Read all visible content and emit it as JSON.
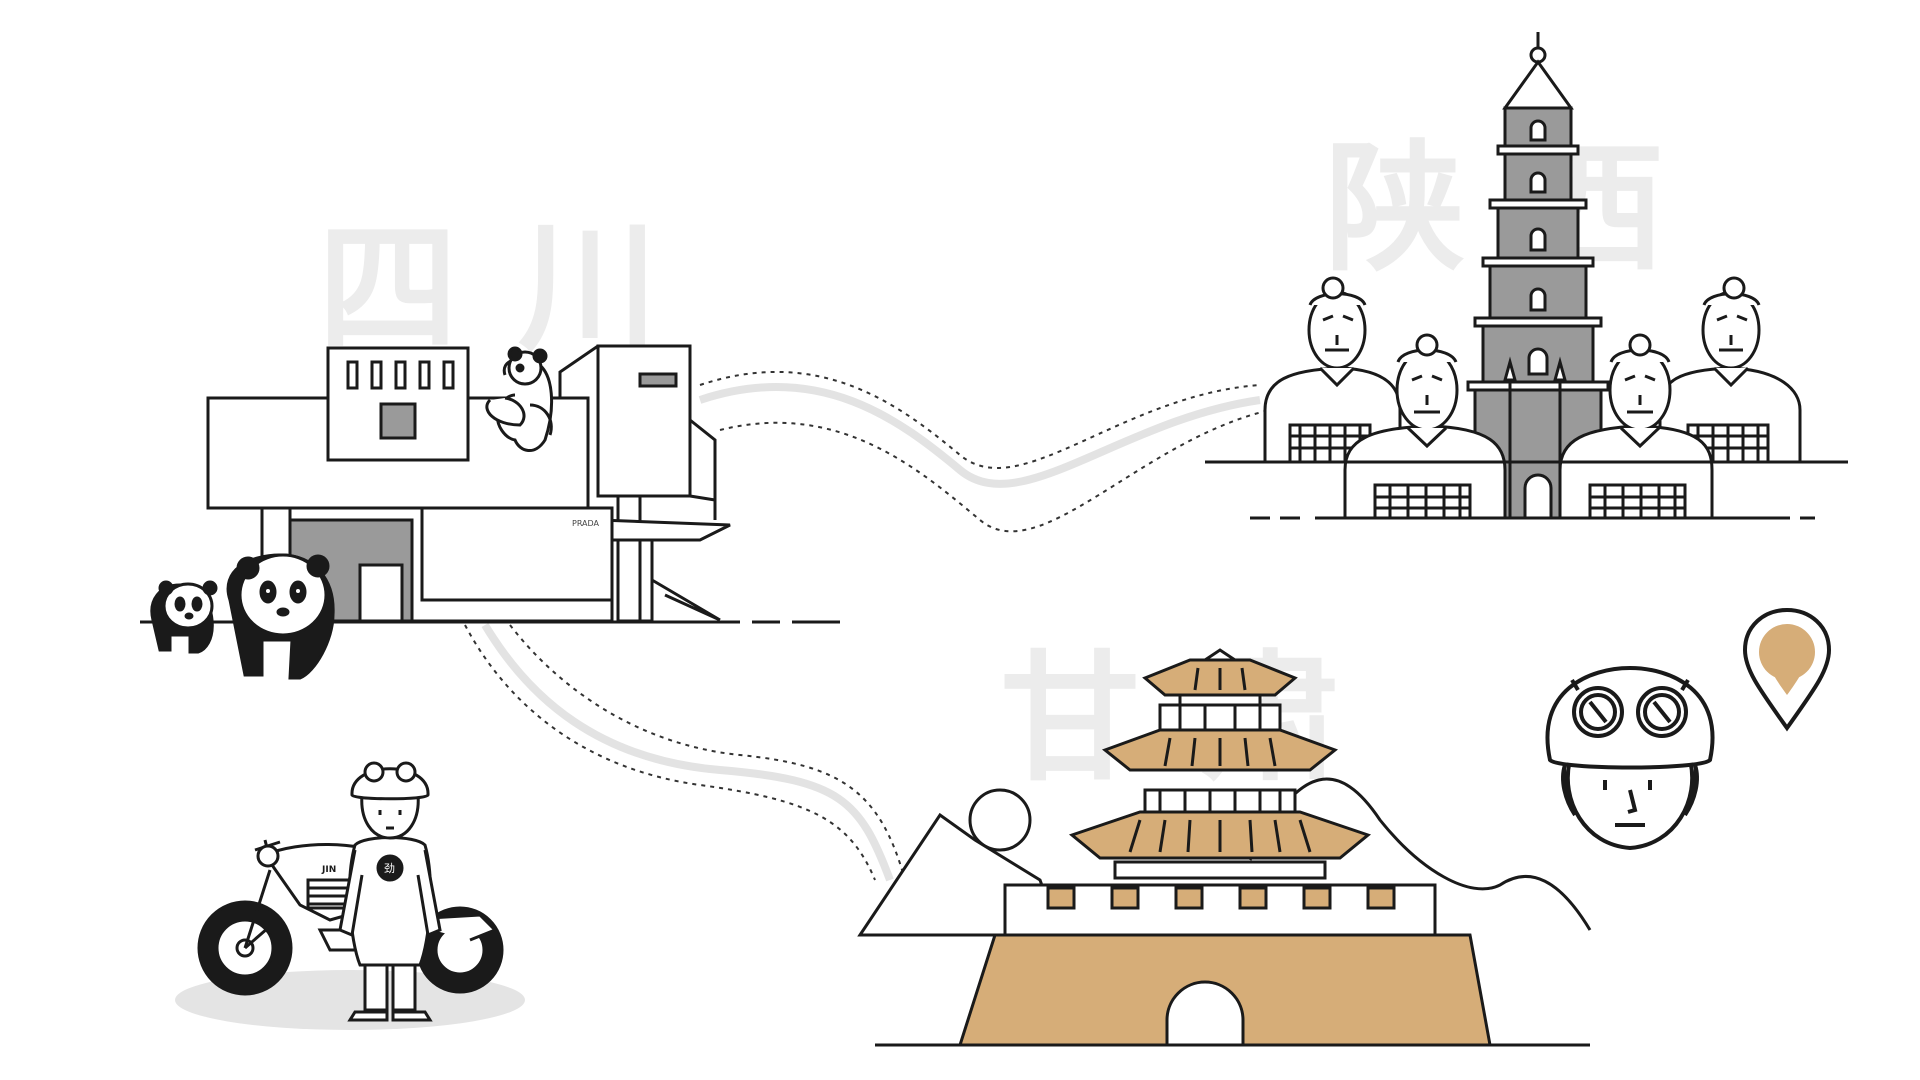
{
  "regions": {
    "sichuan": {
      "label": "四川"
    },
    "shaanxi": {
      "label": "陕西"
    },
    "gansu": {
      "label": "甘肃"
    }
  },
  "signs": {
    "prada": "PRADA",
    "motorcycle_tank": "JIN",
    "jacket_badge": "劲"
  },
  "colors": {
    "accent_gold": "#d6ad78",
    "stroke": "#1a1a1a",
    "fill_gray": "#9a9a9a",
    "watermark_gray": "#ececec",
    "route_gray": "#d8d8d8",
    "shadow_gray": "#e4e4e4"
  },
  "icons": {
    "location": "map-pin-icon",
    "rider": "rider-avatar-icon"
  }
}
